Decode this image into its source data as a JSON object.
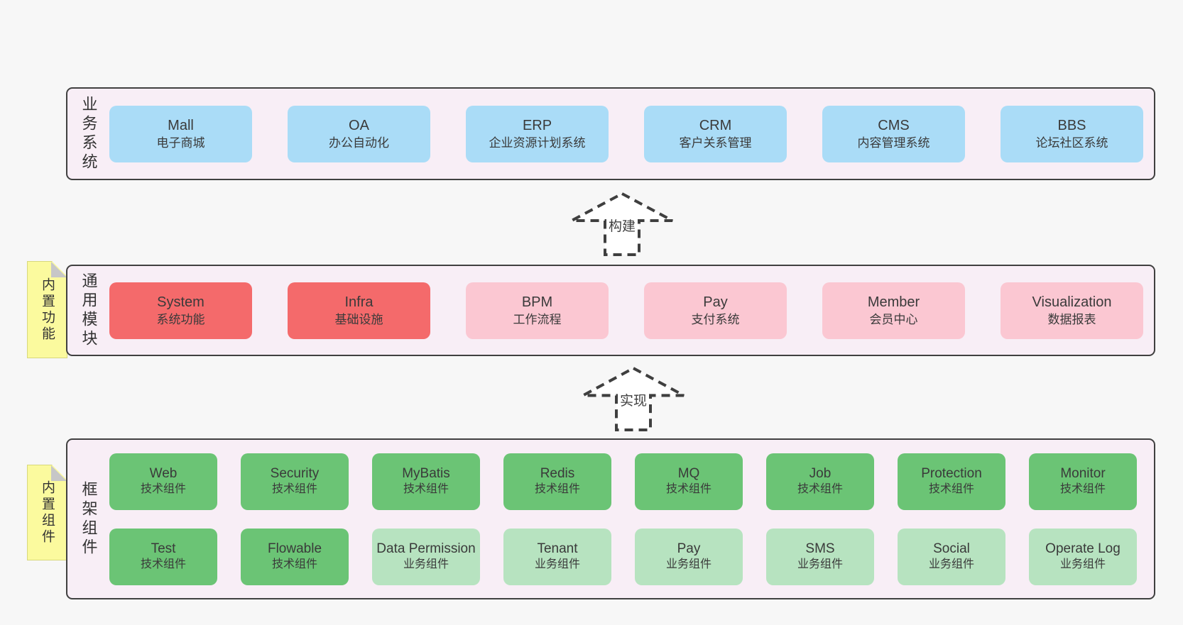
{
  "colors": {
    "page_bg": "#f7f7f7",
    "band_bg": "#f8eef6",
    "band_border": "#404040",
    "blue_box": "#aadcf7",
    "red_box": "#f46a6b",
    "pink_box": "#fbc7d2",
    "green_dark_box": "#6bc475",
    "green_light_box": "#b7e3c0",
    "sticky_yellow": "#fbfa9e",
    "fold_gray": "#c7c7c7",
    "arrow_stroke": "#3f3f3f",
    "text": "#3a3a3a"
  },
  "bands": [
    {
      "label": "业务系统",
      "boxes": [
        {
          "title": "Mall",
          "subtitle": "电子商城"
        },
        {
          "title": "OA",
          "subtitle": "办公自动化"
        },
        {
          "title": "ERP",
          "subtitle": "企业资源计划系统"
        },
        {
          "title": "CRM",
          "subtitle": "客户关系管理"
        },
        {
          "title": "CMS",
          "subtitle": "内容管理系统"
        },
        {
          "title": "BBS",
          "subtitle": "论坛社区系统"
        }
      ]
    },
    {
      "label": "通用模块",
      "sticky": "内置功能",
      "boxes": [
        {
          "title": "System",
          "subtitle": "系统功能"
        },
        {
          "title": "Infra",
          "subtitle": "基础设施"
        },
        {
          "title": "BPM",
          "subtitle": "工作流程"
        },
        {
          "title": "Pay",
          "subtitle": "支付系统"
        },
        {
          "title": "Member",
          "subtitle": "会员中心"
        },
        {
          "title": "Visualization",
          "subtitle": "数据报表"
        }
      ]
    },
    {
      "label": "框架组件",
      "sticky": "内置组件",
      "rows": [
        [
          {
            "title": "Web",
            "subtitle": "技术组件"
          },
          {
            "title": "Security",
            "subtitle": "技术组件"
          },
          {
            "title": "MyBatis",
            "subtitle": "技术组件"
          },
          {
            "title": "Redis",
            "subtitle": "技术组件"
          },
          {
            "title": "MQ",
            "subtitle": "技术组件"
          },
          {
            "title": "Job",
            "subtitle": "技术组件"
          },
          {
            "title": "Protection",
            "subtitle": "技术组件"
          },
          {
            "title": "Monitor",
            "subtitle": "技术组件"
          }
        ],
        [
          {
            "title": "Test",
            "subtitle": "技术组件"
          },
          {
            "title": "Flowable",
            "subtitle": "技术组件"
          },
          {
            "title": "Data Permission",
            "subtitle": "业务组件"
          },
          {
            "title": "Tenant",
            "subtitle": "业务组件"
          },
          {
            "title": "Pay",
            "subtitle": "业务组件"
          },
          {
            "title": "SMS",
            "subtitle": "业务组件"
          },
          {
            "title": "Social",
            "subtitle": "业务组件"
          },
          {
            "title": "Operate Log",
            "subtitle": "业务组件"
          }
        ]
      ]
    }
  ],
  "arrows": [
    {
      "label": "构建"
    },
    {
      "label": "实现"
    }
  ]
}
